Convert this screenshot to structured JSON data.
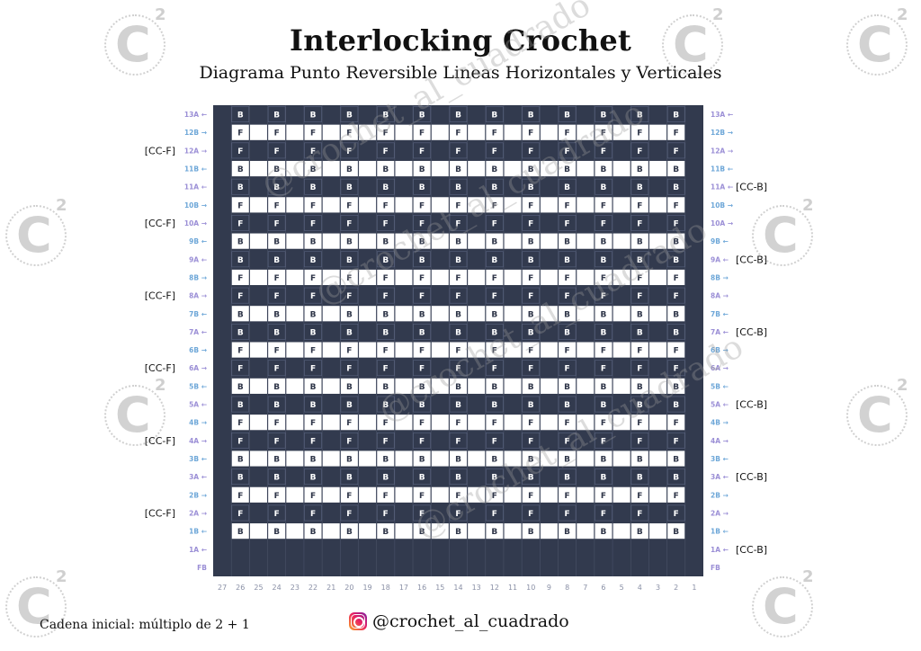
{
  "title": "Interlocking Crochet",
  "subtitle": "Diagrama Punto Reversible Lineas Horizontales y Verticales",
  "footer": {
    "chain_note": "Cadena inicial: múltiplo de 2 + 1",
    "handle": "@crochet_al_cuadrado"
  },
  "watermark": {
    "text": "@crochet_al_cuadrado",
    "logo_letter": "C",
    "logo_sup": "2"
  },
  "colors": {
    "dark": "#323a4e",
    "cell_light": "#ffffff",
    "label_blue": "#6ea7d8",
    "label_purple": "#9b8fd6",
    "watermark": "#cccccc"
  },
  "chart_data": {
    "type": "table",
    "columns": [
      "27",
      "26",
      "25",
      "24",
      "23",
      "22",
      "21",
      "20",
      "19",
      "18",
      "17",
      "16",
      "15",
      "14",
      "13",
      "12",
      "11",
      "10",
      "9",
      "8",
      "7",
      "6",
      "5",
      "4",
      "3",
      "2",
      "1"
    ],
    "rows": [
      {
        "label": "13A",
        "arrow": "←",
        "color": "purple",
        "pattern": "B"
      },
      {
        "label": "12B",
        "arrow": "→",
        "color": "blue",
        "pattern": "F"
      },
      {
        "label": "12A",
        "arrow": "→",
        "color": "purple",
        "pattern": "F"
      },
      {
        "label": "11B",
        "arrow": "←",
        "color": "blue",
        "pattern": "B"
      },
      {
        "label": "11A",
        "arrow": "←",
        "color": "purple",
        "pattern": "B"
      },
      {
        "label": "10B",
        "arrow": "→",
        "color": "blue",
        "pattern": "F"
      },
      {
        "label": "10A",
        "arrow": "→",
        "color": "purple",
        "pattern": "F"
      },
      {
        "label": "9B",
        "arrow": "←",
        "color": "blue",
        "pattern": "B"
      },
      {
        "label": "9A",
        "arrow": "←",
        "color": "purple",
        "pattern": "B"
      },
      {
        "label": "8B",
        "arrow": "→",
        "color": "blue",
        "pattern": "F"
      },
      {
        "label": "8A",
        "arrow": "→",
        "color": "purple",
        "pattern": "F"
      },
      {
        "label": "7B",
        "arrow": "←",
        "color": "blue",
        "pattern": "B"
      },
      {
        "label": "7A",
        "arrow": "←",
        "color": "purple",
        "pattern": "B"
      },
      {
        "label": "6B",
        "arrow": "→",
        "color": "blue",
        "pattern": "F"
      },
      {
        "label": "6A",
        "arrow": "→",
        "color": "purple",
        "pattern": "F"
      },
      {
        "label": "5B",
        "arrow": "←",
        "color": "blue",
        "pattern": "B"
      },
      {
        "label": "5A",
        "arrow": "←",
        "color": "purple",
        "pattern": "B"
      },
      {
        "label": "4B",
        "arrow": "→",
        "color": "blue",
        "pattern": "F"
      },
      {
        "label": "4A",
        "arrow": "→",
        "color": "purple",
        "pattern": "F"
      },
      {
        "label": "3B",
        "arrow": "←",
        "color": "blue",
        "pattern": "B"
      },
      {
        "label": "3A",
        "arrow": "←",
        "color": "purple",
        "pattern": "B"
      },
      {
        "label": "2B",
        "arrow": "→",
        "color": "blue",
        "pattern": "F"
      },
      {
        "label": "2A",
        "arrow": "→",
        "color": "purple",
        "pattern": "F"
      },
      {
        "label": "1B",
        "arrow": "←",
        "color": "blue",
        "pattern": "B"
      },
      {
        "label": "1A",
        "arrow": "←",
        "color": "purple",
        "pattern": "none"
      },
      {
        "label": "FB",
        "arrow": "",
        "color": "purple",
        "pattern": "none"
      }
    ],
    "left_notes": [
      {
        "row": "12A",
        "text": "[CC-F]"
      },
      {
        "row": "10A",
        "text": "[CC-F]"
      },
      {
        "row": "8A",
        "text": "[CC-F]"
      },
      {
        "row": "6A",
        "text": "[CC-F]"
      },
      {
        "row": "4A",
        "text": "[CC-F]"
      },
      {
        "row": "2A",
        "text": "[CC-F]"
      }
    ],
    "right_notes": [
      {
        "row": "11A",
        "text": "[CC-B]"
      },
      {
        "row": "9A",
        "text": "[CC-B]"
      },
      {
        "row": "7A",
        "text": "[CC-B]"
      },
      {
        "row": "5A",
        "text": "[CC-B]"
      },
      {
        "row": "3A",
        "text": "[CC-B]"
      },
      {
        "row": "1A",
        "text": "[CC-B]"
      }
    ]
  }
}
